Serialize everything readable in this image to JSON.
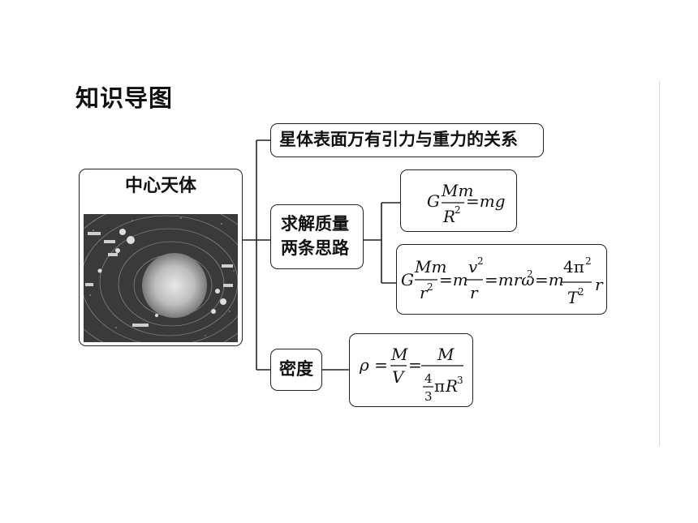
{
  "title": "知识导图",
  "center": {
    "label": "中心天体"
  },
  "branches": [
    {
      "id": "b1",
      "label": "星体表面万有引力与重力的关系"
    },
    {
      "id": "b2",
      "label_line1": "求解质量",
      "label_line2": "两条思路"
    },
    {
      "id": "b3",
      "label": "密度"
    }
  ],
  "formulas": {
    "f1": {
      "G": "G",
      "num": "Mm",
      "den": "R",
      "den_sup": "2",
      "rhs": "=mg"
    },
    "f2": {
      "G": "G",
      "num1": "Mm",
      "den1": "r",
      "den1_sup": "2",
      "eq1": "=m",
      "num2": "v",
      "num2_sup": "2",
      "den2": "r",
      "eq2": "=mrω",
      "eq2_sup": "2",
      "eq3": "=m",
      "num3": "4π",
      "num3_sup": "2",
      "den3": "T",
      "den3_sup": "2",
      "tail": "r"
    },
    "f3": {
      "rho": "ρ =",
      "num1": "M",
      "den1": "V",
      "eq": "=",
      "num2": "M",
      "frac_num": "4",
      "frac_den": "3",
      "pi": "π",
      "R": "R",
      "R_sup": "3"
    }
  },
  "colors": {
    "stroke": "#222222",
    "text": "#111111"
  }
}
